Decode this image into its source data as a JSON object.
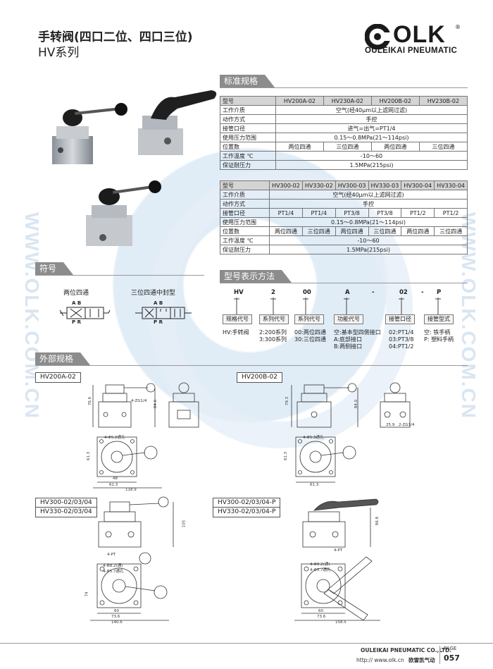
{
  "header": {
    "title_cn": "手转阀(四口二位、四口三位)",
    "title_en": "HV系列",
    "logo_text": "OLK",
    "logo_registered": "®",
    "logo_sub": "OULEIKAI PNEUMATIC"
  },
  "watermark": {
    "side_text": "WWW.OLK.COM.CN"
  },
  "sections": {
    "spec": "标准规格",
    "symbol": "符号",
    "model_code": "型号表示方法",
    "outline": "外部规格"
  },
  "spec_table_1": {
    "header": [
      "型号",
      "HV200A-02",
      "HV230A-02",
      "HV200B-02",
      "HV230B-02"
    ],
    "rows": [
      {
        "key": "工作介质",
        "value": "空气(经40μm以上滤网过滤)"
      },
      {
        "key": "动作方式",
        "value": "手控"
      },
      {
        "key": "接管口径",
        "value": "进气=出气=PT1/4"
      },
      {
        "key": "使用压力范围",
        "value": "0.15～0.8MPa(21～114psi)"
      },
      {
        "key": "位置数",
        "cells": [
          "两位四通",
          "三位四通",
          "两位四通",
          "三位四通"
        ]
      },
      {
        "key": "工作温度 ℃",
        "value": "-10～60"
      },
      {
        "key": "保证耐压力",
        "value": "1.5MPa(215psi)"
      }
    ]
  },
  "spec_table_2": {
    "header": [
      "型号",
      "HV300-02",
      "HV330-02",
      "HV300-03",
      "HV330-03",
      "HV300-04",
      "HV330-04"
    ],
    "rows": [
      {
        "key": "工作介质",
        "value": "空气(经40μm以上滤网过滤)"
      },
      {
        "key": "动作方式",
        "value": "手控"
      },
      {
        "key": "接管口径",
        "cells": [
          "PT1/4",
          "PT1/4",
          "PT3/8",
          "PT3/8",
          "PT1/2",
          "PT1/2"
        ]
      },
      {
        "key": "使用压力范围",
        "value": "0.15～0.8MPa(21～114psi)"
      },
      {
        "key": "位置数",
        "cells": [
          "两位四通",
          "三位四通",
          "两位四通",
          "三位四通",
          "两位四通",
          "三位四通"
        ]
      },
      {
        "key": "工作温度 ℃",
        "value": "-10～60"
      },
      {
        "key": "保证耐压力",
        "value": "1.5MPa(215psi)"
      }
    ]
  },
  "symbols": {
    "two_pos": "两位四通",
    "three_pos": "三位四通中封型",
    "port_ab": "A B",
    "port_pr": "P R"
  },
  "model_code": {
    "parts": [
      "HV",
      "2",
      "00",
      "A",
      "-",
      "02",
      "-",
      "P"
    ],
    "labels": [
      "规格代号",
      "系列代号",
      "系列代号",
      "功能代号",
      "接管口径",
      "接管型式"
    ],
    "desc": [
      "HV:手转阀",
      "2:200系列\n3:300系列",
      "00:两位四通\n30:三位四通",
      "空:基本型四侧接口\nA:底部接口\nB:两侧接口",
      "02:PT1/4\n03:PT3/8\n04:PT1/2",
      "空: 铁手柄\nP: 塑料手柄"
    ]
  },
  "outline": {
    "tag1": "HV200A-02",
    "tag2": "HV200B-02",
    "tag3a": "HV300-02/03/04",
    "tag3b": "HV330-02/03/04",
    "tag4a": "HV300-02/03/04-P",
    "tag4b": "HV330-02/03/04-P",
    "dims": {
      "d1": "76.6",
      "d2": "4-ZG1/4",
      "d3": "84.6",
      "d4": "4-Φ5.2通孔",
      "d5": "61.3",
      "d6": "48",
      "d7": "61.3",
      "d8": "118.9",
      "d9": "79.3",
      "d10": "84.0",
      "d11": "25.9",
      "d12": "2-ZG1/4",
      "d13": "4-Φ5.3通孔",
      "d14": "61.3",
      "d15": "61.3",
      "d16": "105",
      "d17": "4-PT",
      "d18": "4-Φ8.2(通)",
      "d19": "4-Φ5.7通孔",
      "d20": "74",
      "d21": "60",
      "d22": "73.6",
      "d23": "140.6",
      "d24": "86.8",
      "d25": "4-PT",
      "d26": "4-Φ8.2(通)",
      "d27": "4-Φ5.7通孔",
      "d28": "60",
      "d29": "73.6",
      "d30": "158.5"
    }
  },
  "footer": {
    "company": "OULEIKAI PNEUMATIC CO.,LTD.",
    "page_label": "PAGE",
    "page_no": "057",
    "web": "http:// www.olk.cn",
    "brand": "欧雷凯气动"
  }
}
